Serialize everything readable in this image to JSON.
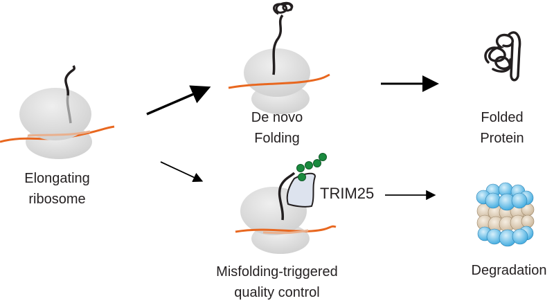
{
  "labels": {
    "elongating": [
      "Elongating",
      "ribosome"
    ],
    "de_novo": [
      "De novo",
      "Folding"
    ],
    "folded": [
      "Folded",
      "Protein"
    ],
    "trim25": "TRIM25",
    "misfolding": [
      "Misfolding-triggered",
      "quality control"
    ],
    "degradation": "Degradation"
  },
  "colors": {
    "ribosome": "#dcdcdc",
    "mrna": "#e8671f",
    "ubiquitin": "#1a8a3e",
    "trim25": "#dde3ee",
    "proteasome_cap": "#5bbbe8",
    "proteasome_core": "#e3d3bd"
  }
}
